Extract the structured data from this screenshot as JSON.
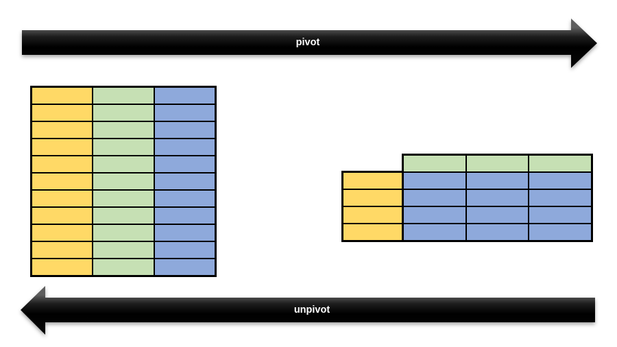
{
  "top_arrow": {
    "label": "pivot",
    "direction": "right"
  },
  "bottom_arrow": {
    "label": "unpivot",
    "direction": "left"
  },
  "palette": {
    "yellow": "#FFD966",
    "green": "#C6E0B4",
    "blue": "#8EA9DB",
    "grid_line": "#000000",
    "arrow_fill": "#0A0A0A",
    "arrow_sheen": "#5E5E5E",
    "arrow_label_color": "#FFFFFF",
    "background": "#FFFFFF"
  },
  "left_table": {
    "rows": 11,
    "column_colors": [
      "yellow",
      "green",
      "blue"
    ]
  },
  "right_table": {
    "header": {
      "cells": 3,
      "color": "green"
    },
    "key_column": {
      "rows": 4,
      "color": "yellow"
    },
    "values": {
      "rows": 4,
      "cols": 3,
      "color": "blue"
    }
  }
}
